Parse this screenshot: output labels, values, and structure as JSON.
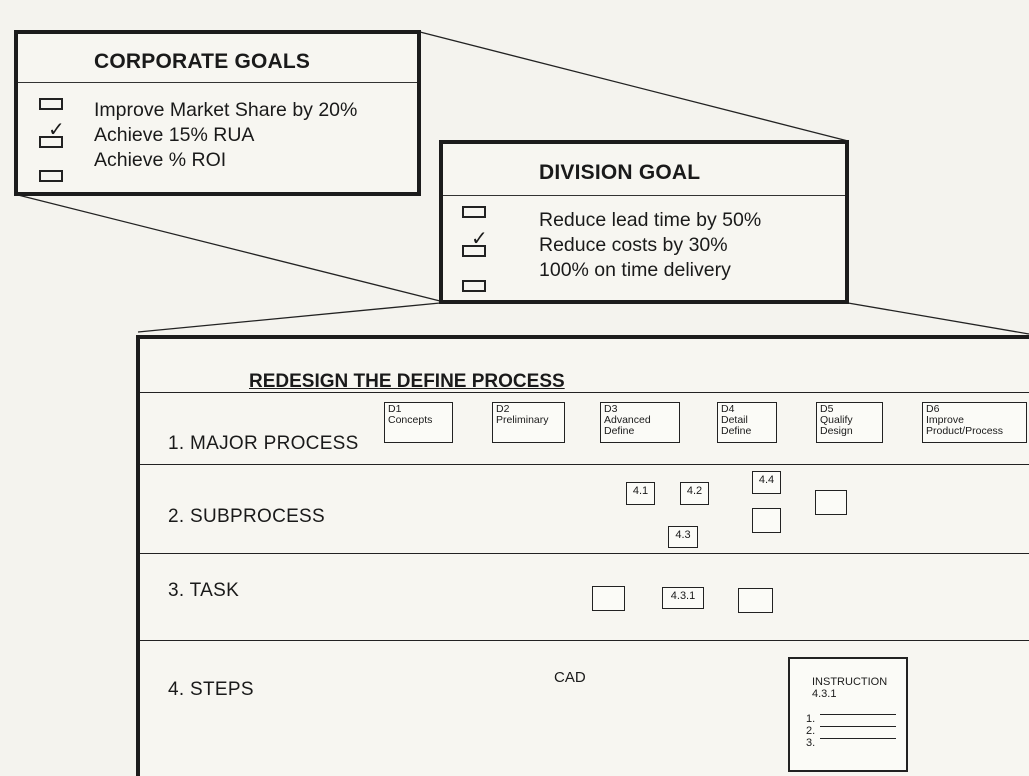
{
  "corporate": {
    "title": "CORPORATE GOALS",
    "goals": [
      "Improve Market Share by 20%",
      "Achieve 15% RUA",
      "Achieve % ROI"
    ]
  },
  "division": {
    "title": "DIVISION GOAL",
    "goals": [
      "Reduce lead time by 50%",
      "Reduce costs by 30%",
      "100% on time delivery"
    ]
  },
  "redesign": {
    "title": "REDESIGN THE DEFINE PROCESS",
    "levels": [
      "1. MAJOR PROCESS",
      "2. SUBPROCESS",
      "3. TASK",
      "4. STEPS"
    ]
  },
  "major_process": [
    {
      "id": "D1",
      "name": "Concepts"
    },
    {
      "id": "D2",
      "name": "Preliminary"
    },
    {
      "id": "D3",
      "name": "Advanced Define"
    },
    {
      "id": "D4",
      "name": "Detail Define"
    },
    {
      "id": "D5",
      "name": "Qualify Design"
    },
    {
      "id": "D6",
      "name": "Improve Product/Process"
    }
  ],
  "subprocess": [
    "4.1",
    "4.2",
    "4.4",
    "4.3"
  ],
  "task": "4.3.1",
  "steps": {
    "cad_label": "CAD",
    "instruction_title": "INSTRUCTION",
    "instruction_id": "4.3.1",
    "instruction_items": [
      "1.",
      "2.",
      "3."
    ]
  }
}
